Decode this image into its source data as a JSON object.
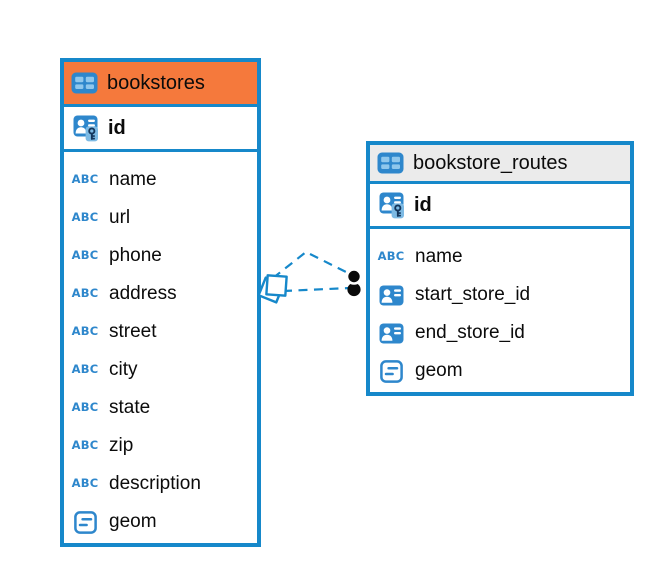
{
  "diagram": {
    "colors": {
      "accent_blue": "#1688CA",
      "icon_blue": "#2E87CC",
      "bookstores_header_bg": "#F5793C",
      "routes_header_bg": "#EBEBEB",
      "text": "#0B0B0B",
      "dot_color": "#0A0A0A",
      "marker_fill": "#FFFFFF"
    },
    "tables": [
      {
        "name": "bookstores",
        "header_bg": "#F5793C",
        "columns": [
          {
            "name": "id",
            "icon": "primary-key",
            "key": true
          },
          {
            "name": "name",
            "icon": "text"
          },
          {
            "name": "url",
            "icon": "text"
          },
          {
            "name": "phone",
            "icon": "text"
          },
          {
            "name": "address",
            "icon": "text"
          },
          {
            "name": "street",
            "icon": "text"
          },
          {
            "name": "city",
            "icon": "text"
          },
          {
            "name": "state",
            "icon": "text"
          },
          {
            "name": "zip",
            "icon": "text"
          },
          {
            "name": "description",
            "icon": "text"
          },
          {
            "name": "geom",
            "icon": "object"
          }
        ]
      },
      {
        "name": "bookstore_routes",
        "header_bg": "#EBEBEB",
        "columns": [
          {
            "name": "id",
            "icon": "primary-key",
            "key": true
          },
          {
            "name": "name",
            "icon": "text"
          },
          {
            "name": "start_store_id",
            "icon": "foreign-key"
          },
          {
            "name": "end_store_id",
            "icon": "foreign-key"
          },
          {
            "name": "geom",
            "icon": "object"
          }
        ]
      }
    ],
    "relationship": {
      "line_style": "dashed",
      "line_count": 2,
      "parent_table": "bookstores",
      "parent_end_marker": "diamond",
      "child_table": "bookstore_routes",
      "child_end_marker": "dots"
    }
  }
}
